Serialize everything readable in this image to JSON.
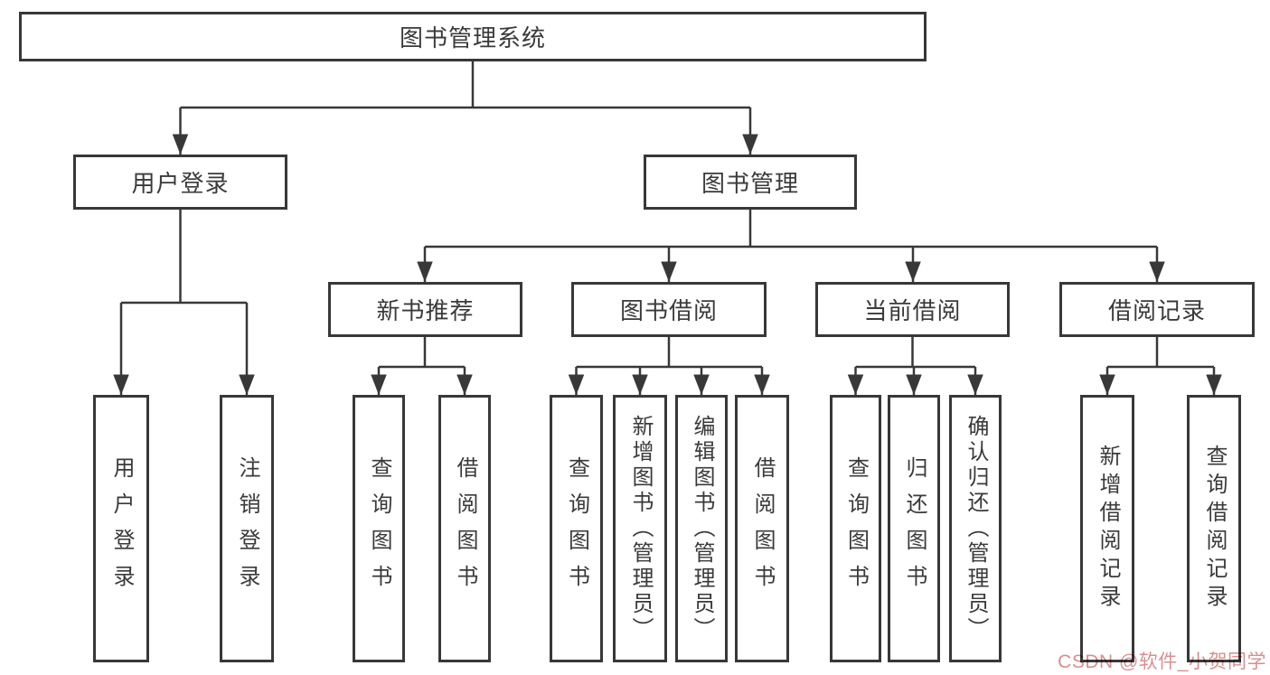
{
  "tree": {
    "root": {
      "label": "图书管理系统"
    },
    "branches": [
      {
        "label": "用户登录",
        "children": [
          {
            "label": "用户登录"
          },
          {
            "label": "注销登录"
          }
        ]
      },
      {
        "label": "图书管理",
        "children": [
          {
            "label": "新书推荐",
            "children": [
              {
                "label": "查询图书"
              },
              {
                "label": "借阅图书"
              }
            ]
          },
          {
            "label": "图书借阅",
            "children": [
              {
                "label": "查询图书"
              },
              {
                "label": "新增图书（管理员）"
              },
              {
                "label": "编辑图书（管理员）"
              },
              {
                "label": "借阅图书"
              }
            ]
          },
          {
            "label": "当前借阅",
            "children": [
              {
                "label": "查询图书"
              },
              {
                "label": "归还图书"
              },
              {
                "label": "确认归还（管理员）"
              }
            ]
          },
          {
            "label": "借阅记录",
            "children": [
              {
                "label": "新增借阅记录"
              },
              {
                "label": "查询借阅记录"
              }
            ]
          }
        ]
      }
    ]
  },
  "watermark": {
    "text": "CSDN @软件_小贺同学",
    "color": "#d98f8f"
  },
  "colors": {
    "line": "#383838",
    "box_border": "#383838",
    "box_fill": "#ffffff",
    "text": "#3a3a3a"
  }
}
